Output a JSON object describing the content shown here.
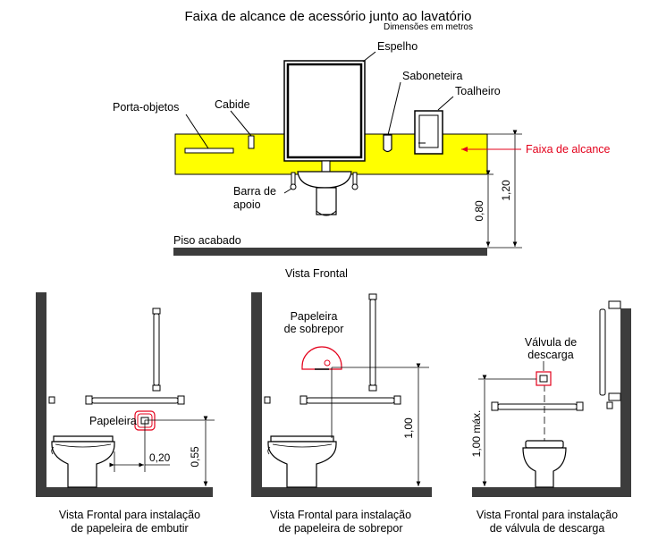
{
  "title": "Faixa de alcance de acessório junto ao lavatório",
  "subtitle": "Dimensões em metros",
  "top": {
    "labels": {
      "espelho": "Espelho",
      "saboneteira": "Saboneteira",
      "toalheiro": "Toalheiro",
      "porta_objetos": "Porta-objetos",
      "cabide": "Cabide",
      "faixa": "Faixa de alcance",
      "barra_l1": "Barra de",
      "barra_l2": "apoio",
      "piso": "Piso acabado",
      "vista": "Vista Frontal"
    },
    "dims": {
      "d080": "0,80",
      "d120": "1,20"
    }
  },
  "panel1": {
    "label": "Papeleira",
    "dims": {
      "d020": "0,20",
      "d055": "0,55"
    },
    "caption_l1": "Vista Frontal para instalação",
    "caption_l2": "de papeleira de embutir"
  },
  "panel2": {
    "label_l1": "Papeleira",
    "label_l2": "de sobrepor",
    "dims": {
      "d100": "1,00"
    },
    "caption_l1": "Vista Frontal para instalação",
    "caption_l2": "de papeleira de sobrepor"
  },
  "panel3": {
    "label_l1": "Válvula de",
    "label_l2": "descarga",
    "dims": {
      "d100max": "1,00 máx."
    },
    "caption_l1": "Vista Frontal para instalação",
    "caption_l2": "de válvula de descarga"
  },
  "colors": {
    "band": "#ffff00",
    "accent_red": "#e3001b",
    "floor": "#3c3c3c",
    "wall": "#3c3c3c"
  }
}
